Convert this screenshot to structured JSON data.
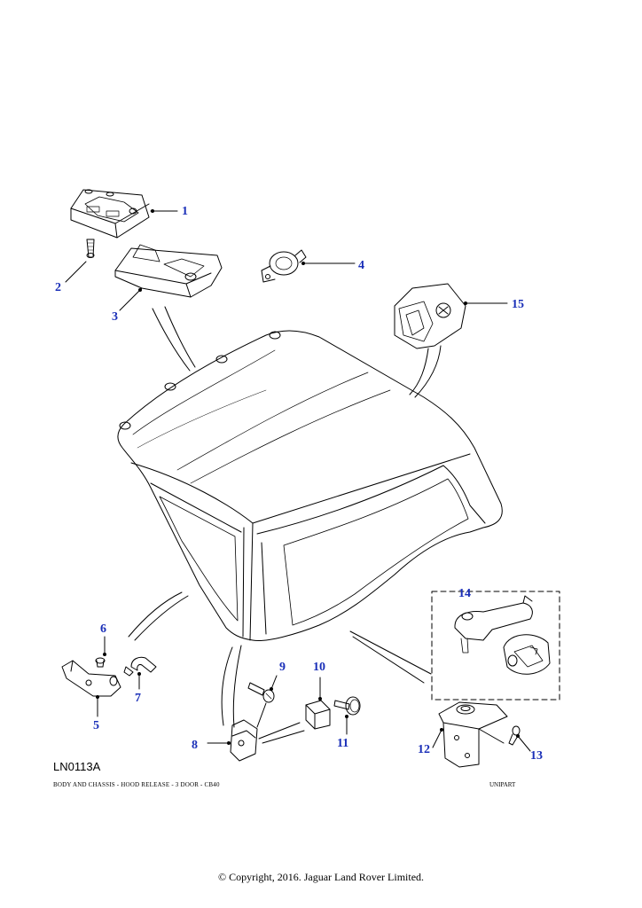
{
  "diagram": {
    "reference_code": "LN0113A",
    "caption": "BODY AND CHASSIS - HOOD RELEASE - 3 DOOR - CB40",
    "supplier": "UNIPART",
    "copyright": "© Copyright, 2016. Jaguar Land Rover Limited.",
    "callouts": [
      "1",
      "2",
      "3",
      "4",
      "5",
      "6",
      "7",
      "8",
      "9",
      "10",
      "11",
      "12",
      "13",
      "14",
      "15"
    ],
    "colors": {
      "callout": "#1a2fb8",
      "line": "#000000",
      "background": "#ffffff"
    }
  }
}
